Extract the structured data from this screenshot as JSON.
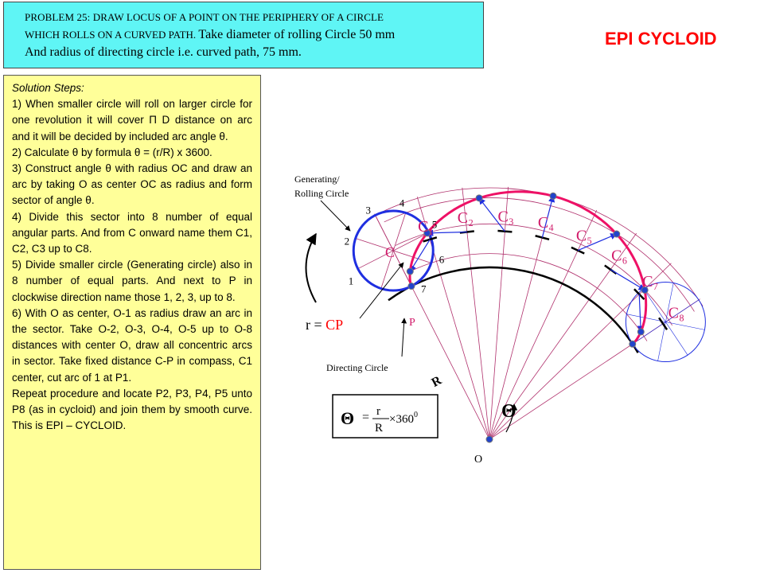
{
  "problem": {
    "line1": "PROBLEM 25: DRAW LOCUS OF A POINT ON THE PERIPHERY OF A CIRCLE",
    "line2_small": "WHICH ROLLS ON A CURVED PATH. ",
    "line2_large": "Take diameter of rolling Circle 50 mm",
    "line3": "And radius of directing circle i.e. curved path, 75 mm."
  },
  "title": "EPI CYCLOID",
  "solution": {
    "heading": "Solution Steps:",
    "steps": [
      "1) When smaller circle will roll on larger circle for one revolution it will cover Π D distance on arc and it will be decided by included arc angle θ.",
      "2) Calculate θ by formula θ = (r/R) x 3600.",
      "3) Construct angle θ with radius OC and draw an arc by taking O as center OC as radius and form sector of angle θ.",
      "4) Divide this sector into 8 number of equal angular parts. And from C onward name them C1, C2, C3 up to C8.",
      "5) Divide smaller circle (Generating circle) also in 8 number of equal parts. And next to P in clockwise direction name those 1, 2, 3, up to 8.",
      "6) With O as center, O-1 as radius draw an arc in the sector. Take O-2, O-3, O-4, O-5 up to O-8 distances with center O, draw all concentric arcs in sector. Take fixed distance C-P in compass, C1 center, cut arc of 1 at P1.",
      "Repeat procedure and locate P2, P3, P4, P5 unto P8 (as in cycloid) and join them by smooth curve. This is EPI – CYCLOID."
    ]
  },
  "diagram": {
    "generating_label_1": "Generating/",
    "generating_label_2": "Rolling Circle",
    "directing_label": "Directing Circle",
    "r_label": "r = ",
    "r_value": "CP",
    "R_label": "R",
    "O_label": "O",
    "P_label": "P",
    "C_label": "C",
    "theta_symbol": "Θ",
    "formula_equals": "=",
    "formula_num": "r",
    "formula_den": "R",
    "formula_times": "×360",
    "formula_sup": "0",
    "circle_points": [
      "1",
      "2",
      "3",
      "4",
      "5",
      "6",
      "7"
    ],
    "center_labels": [
      "C₁",
      "C₂",
      "C₃",
      "C₄",
      "C₅",
      "C₆",
      "C₇",
      "C₈"
    ],
    "colors": {
      "generating_circle": "#1f2fe0",
      "locus": "#ee1166",
      "construction": "#b0306c",
      "directing_circle": "#000000",
      "point": "#2244cc",
      "label_red": "#ff0000",
      "label_pink": "#d11a6a"
    }
  }
}
